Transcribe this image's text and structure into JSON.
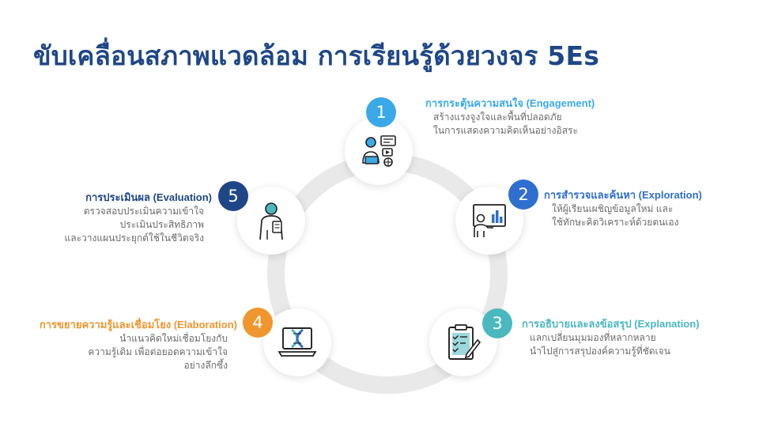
{
  "title": "ขับเคลื่อนสภาพแวดล้อม การเรียนรู้ด้วยวงจร 5Es",
  "steps": [
    {
      "number": "1",
      "heading": "การกระตุ้นความสนใจ (Engagement)",
      "lines": [
        "สร้างแรงจูงใจและพื้นที่ปลอดภัย",
        "ในการแสดงความคิดเห็นอย่างอิสระ"
      ],
      "color": "#3aa9e8",
      "icon": "learner-with-devices-icon"
    },
    {
      "number": "2",
      "heading": "การสำรวจและค้นหา (Exploration)",
      "lines": [
        "ให้ผู้เรียนเผชิญข้อมูลใหม่ และ",
        "ใช้ทักษะคิดวิเคราะห์ด้วยตนเอง"
      ],
      "color": "#2f6fd0",
      "icon": "presentation-board-icon"
    },
    {
      "number": "3",
      "heading": "การอธิบายและลงข้อสรุป (Explanation)",
      "lines": [
        "แลกเปลี่ยนมุมมองที่หลากหลาย",
        "นำไปสู่การสรุปองค์ความรู้ที่ชัดเจน"
      ],
      "color": "#4bb8c0",
      "icon": "clipboard-checklist-icon"
    },
    {
      "number": "4",
      "heading": "การขยายความรู้และเชื่อมโยง (Elaboration)",
      "lines": [
        "นำแนวคิดใหม่เชื่อมโยงกับ",
        "ความรู้เดิม เพื่อต่อยอดความเข้าใจ",
        "อย่างลึกซึ้ง"
      ],
      "color": "#f0962e",
      "icon": "laptop-dna-icon"
    },
    {
      "number": "5",
      "heading": "การประเมินผล (Evaluation)",
      "lines": [
        "ตรวจสอบประเมินความเข้าใจ",
        "ประเมินประสิทธิภาพ",
        "และวางแผนประยุกต์ใช้ในชีวิตจริง"
      ],
      "color": "#1f4788",
      "icon": "teacher-with-clipboard-icon"
    }
  ]
}
